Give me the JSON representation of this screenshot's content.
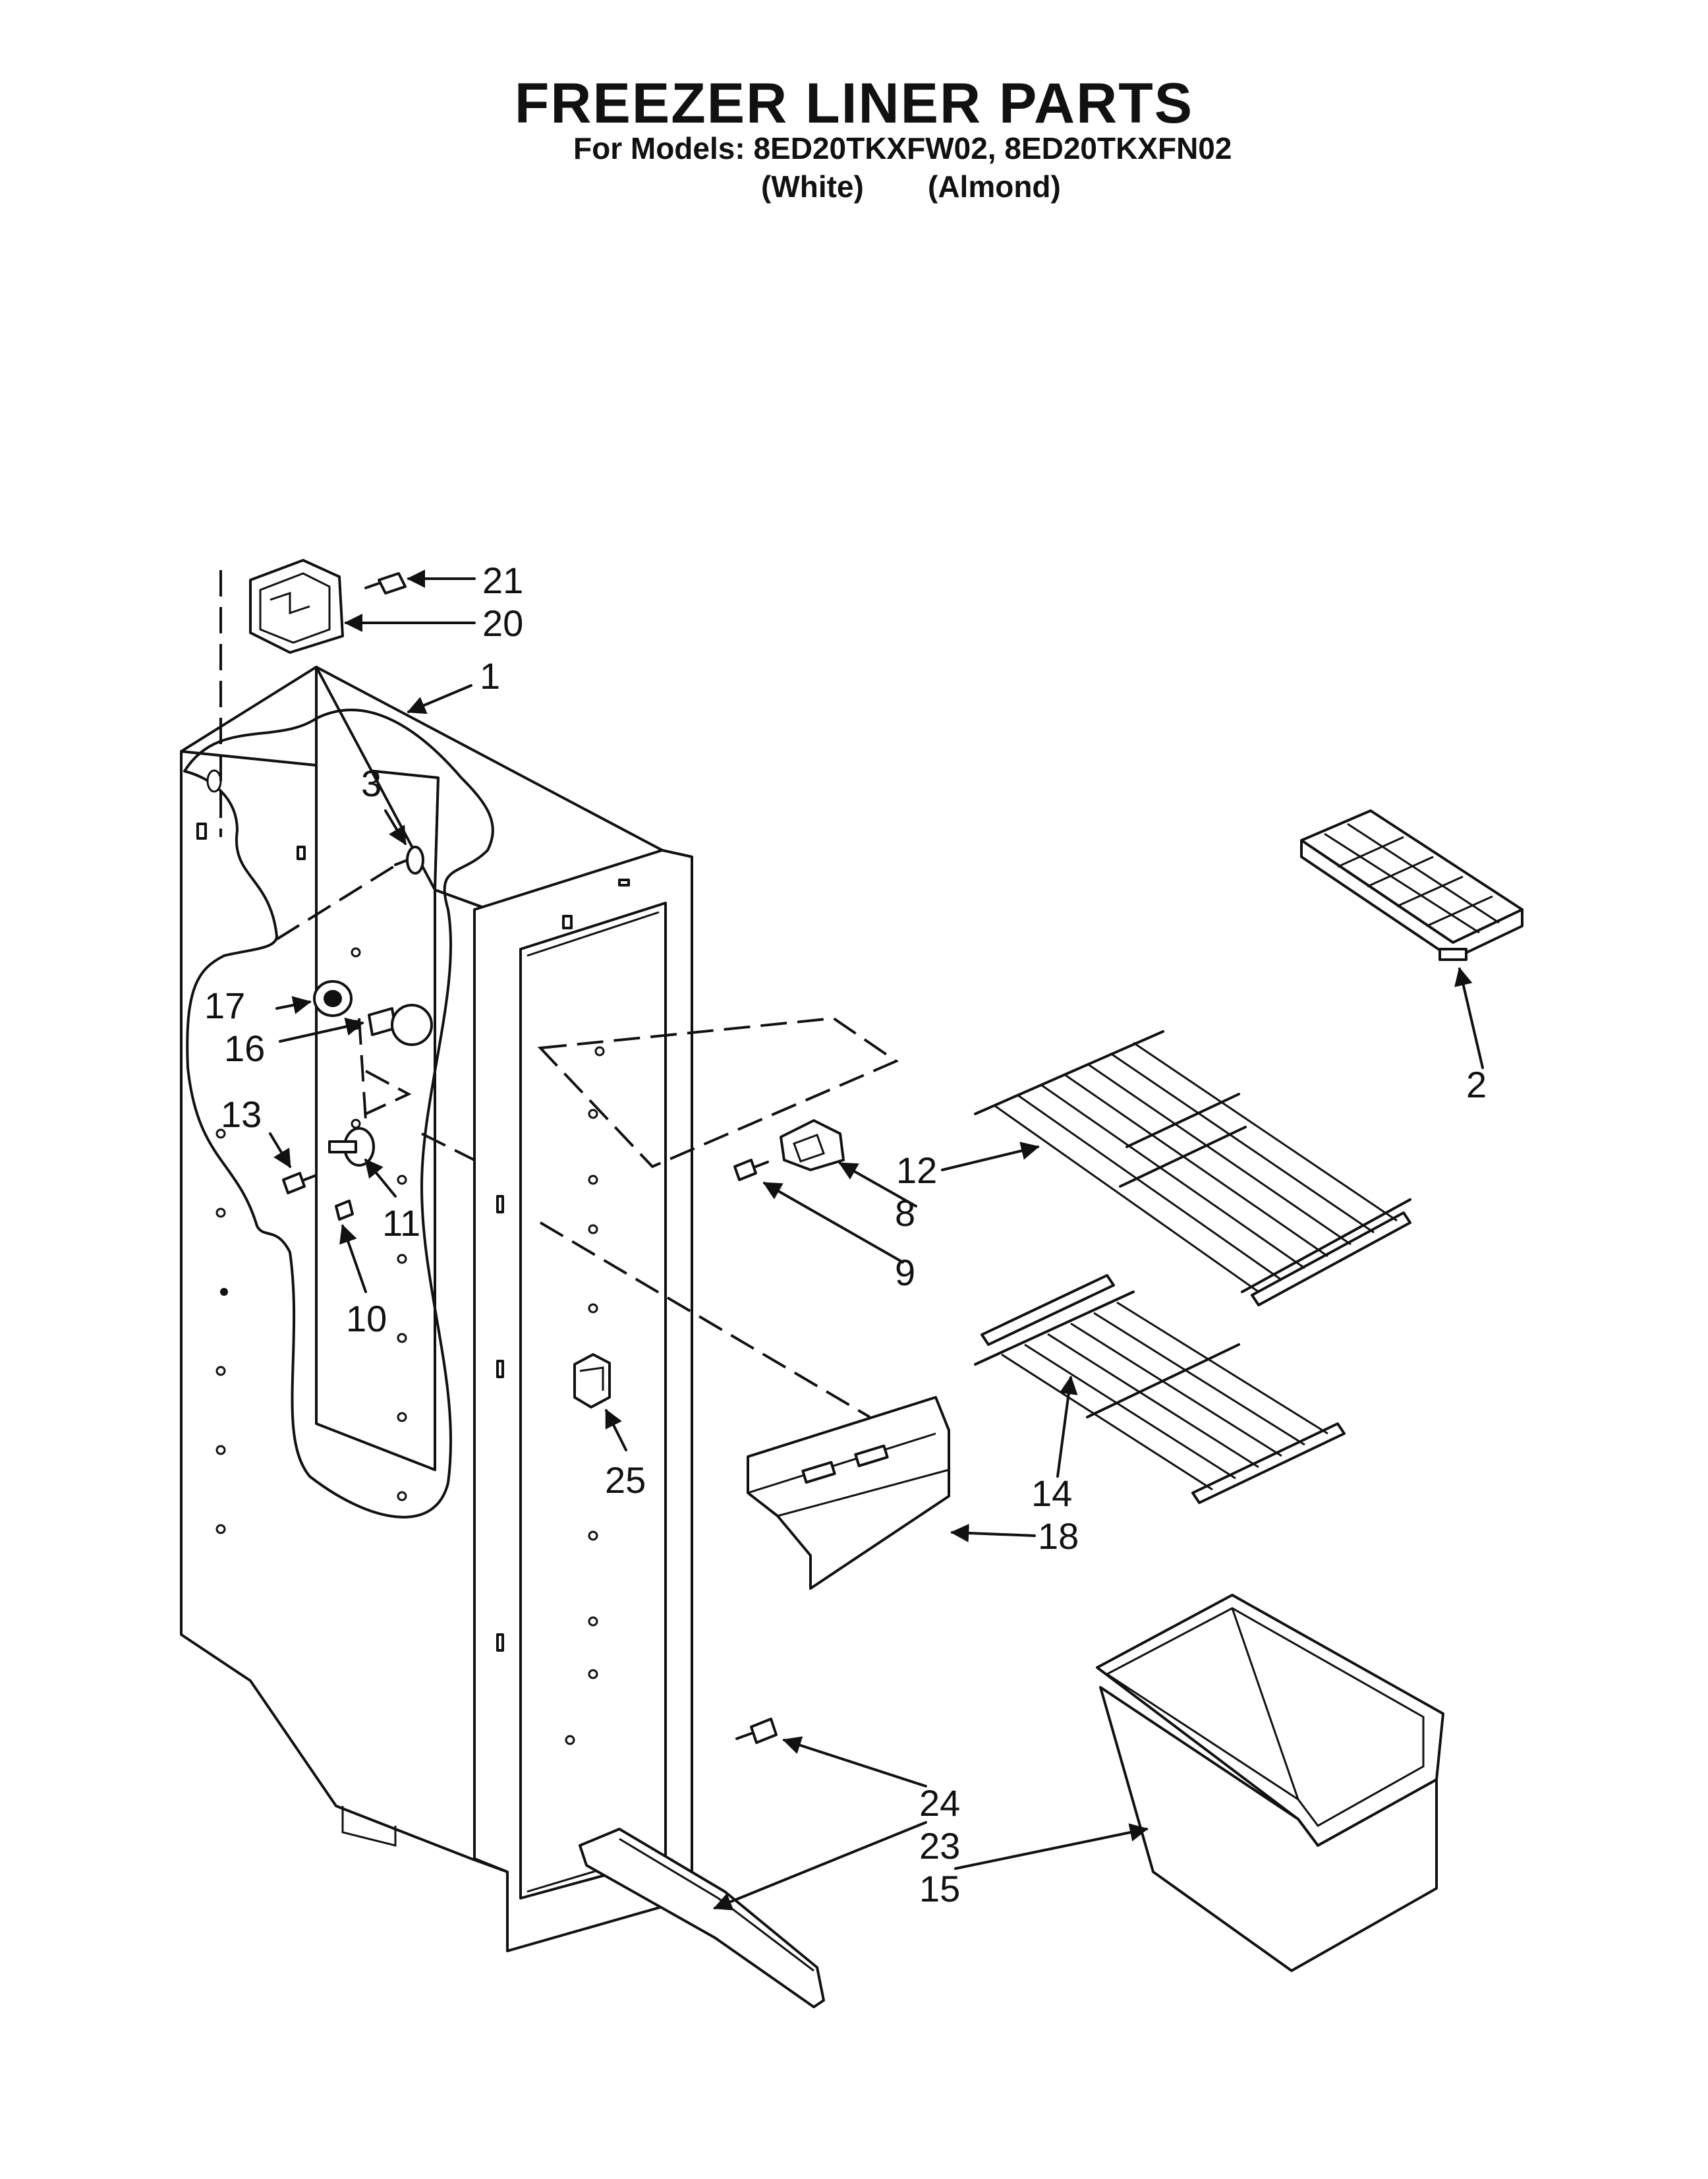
{
  "header": {
    "title": "FREEZER LINER PARTS",
    "models_line": "For Models: 8ED20TKXFW02, 8ED20TKXFN02",
    "variant_white": "(White)",
    "variant_almond": "(Almond)"
  },
  "callouts": {
    "c1": "1",
    "c2": "2",
    "c3": "3",
    "c8": "8",
    "c9": "9",
    "c10": "10",
    "c11": "11",
    "c12": "12",
    "c13": "13",
    "c14": "14",
    "c15": "15",
    "c16": "16",
    "c17": "17",
    "c18": "18",
    "c20": "20",
    "c21": "21",
    "c23": "23",
    "c24": "24",
    "c25": "25"
  }
}
